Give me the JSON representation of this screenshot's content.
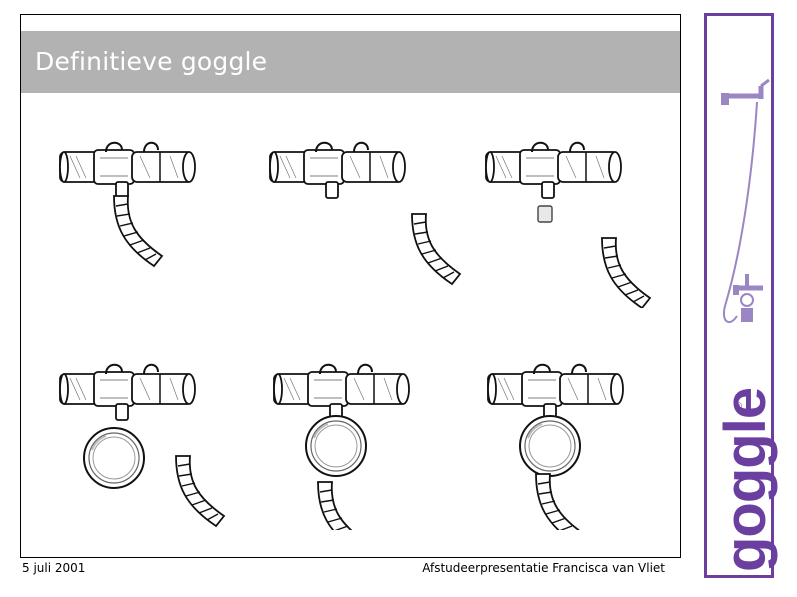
{
  "slide": {
    "title": "Definitieve goggle"
  },
  "footer": {
    "date": "5 juli 2001",
    "presenter": "Afstudeerpresentatie Francisca van Vliet"
  },
  "brand": {
    "name": "goggle",
    "registered": "®",
    "color": "#6b3fa0"
  },
  "colors": {
    "title_bar": "#b2b2b2",
    "title_text": "#ffffff"
  }
}
